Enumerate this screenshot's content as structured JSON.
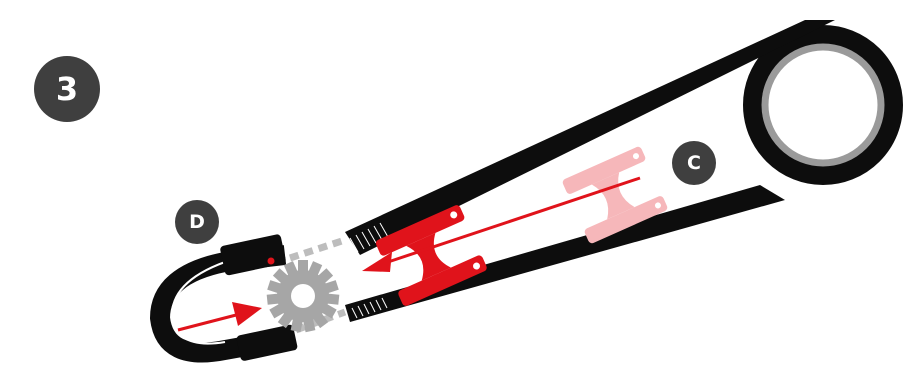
{
  "step": {
    "number": "3"
  },
  "labels": {
    "c": "C",
    "d": "D"
  },
  "colors": {
    "belt": "#0d0d0d",
    "pulley_ring": "#9a9a9a",
    "sprocket": "#a6a6a6",
    "tensioner_active": "#e0131b",
    "tensioner_ghost": "#f6b7ba",
    "arrow": "#e0131b",
    "badge": "#3f3f3f"
  },
  "icons": [
    "belt-drive-diagram",
    "sprocket-icon",
    "tensioner-icon",
    "direction-arrow-icon"
  ]
}
